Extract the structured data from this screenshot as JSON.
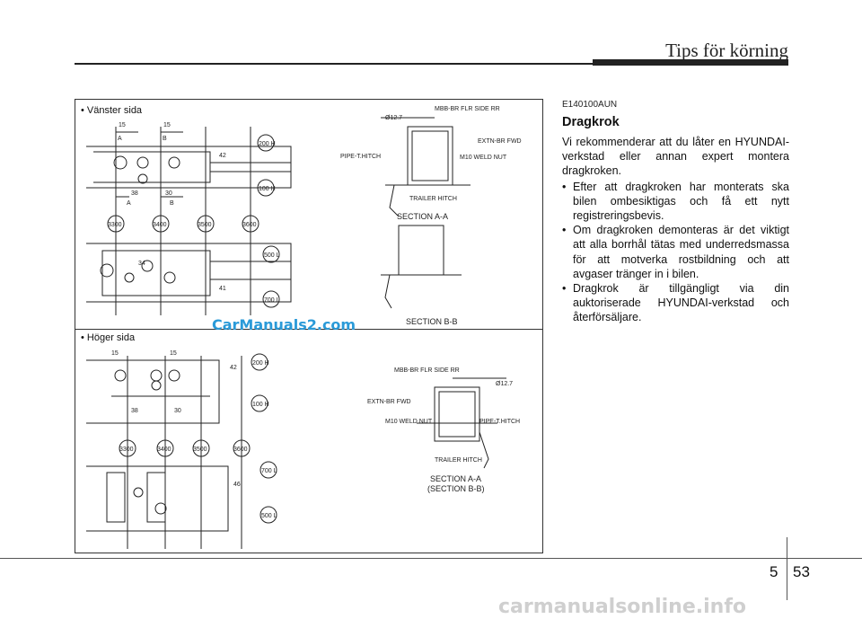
{
  "header": {
    "section_title": "Tips för körning"
  },
  "figure": {
    "left_label": "• Vänster sida",
    "right_label": "• Höger sida",
    "watermark": "CarManuals2.com",
    "left": {
      "dims": [
        "15",
        "15",
        "38",
        "30",
        "42",
        "34",
        "41"
      ],
      "sections": [
        "A",
        "B",
        "A",
        "B"
      ],
      "stations": [
        "3300",
        "3400",
        "3500",
        "3600"
      ],
      "heights": [
        "200\nH",
        "100\nH",
        "500\nL",
        "700\nL"
      ],
      "callouts": [
        "Ø12.7",
        "MBB-BR FLR SIDE RR",
        "EXTN-BR FWD",
        "M10 WELD NUT",
        "PIPE-T.HITCH",
        "TRAILER HITCH"
      ],
      "section_a": "SECTION A-A",
      "section_b": "SECTION B-B"
    },
    "right": {
      "dims": [
        "15",
        "15",
        "38",
        "30",
        "42",
        "46"
      ],
      "stations": [
        "3300",
        "3400",
        "3500",
        "3600"
      ],
      "heights": [
        "200\nH",
        "100\nH",
        "700\nL",
        "500\nL"
      ],
      "callouts": [
        "Ø12.7",
        "MBB-BR FLR SIDE RR",
        "EXTN-BR FWD",
        "M10 WELD NUT",
        "PIPE-T.HITCH",
        "TRAILER HITCH"
      ],
      "section": "SECTION A-A",
      "section_alt": "(SECTION B-B)"
    }
  },
  "content": {
    "code": "E140100AUN",
    "heading": "Dragkrok",
    "intro": "Vi rekommenderar att du låter en HYUNDAI-verkstad eller annan expert montera dragkroken.",
    "bullets": [
      "Efter att dragkroken har monterats ska bilen ombesiktigas och få ett nytt registreringsbevis.",
      "Om dragkroken demonteras är det viktigt att alla borrhål tätas med underredsmassa för att motverka rostbildning och att avgaser tränger in i bilen.",
      "Dragkrok är tillgängligt via din auktoriserade HYUNDAI-verkstad och återförsäljare."
    ]
  },
  "footer": {
    "chapter": "5",
    "page": "53",
    "watermark": "carmanualsonline.info"
  }
}
